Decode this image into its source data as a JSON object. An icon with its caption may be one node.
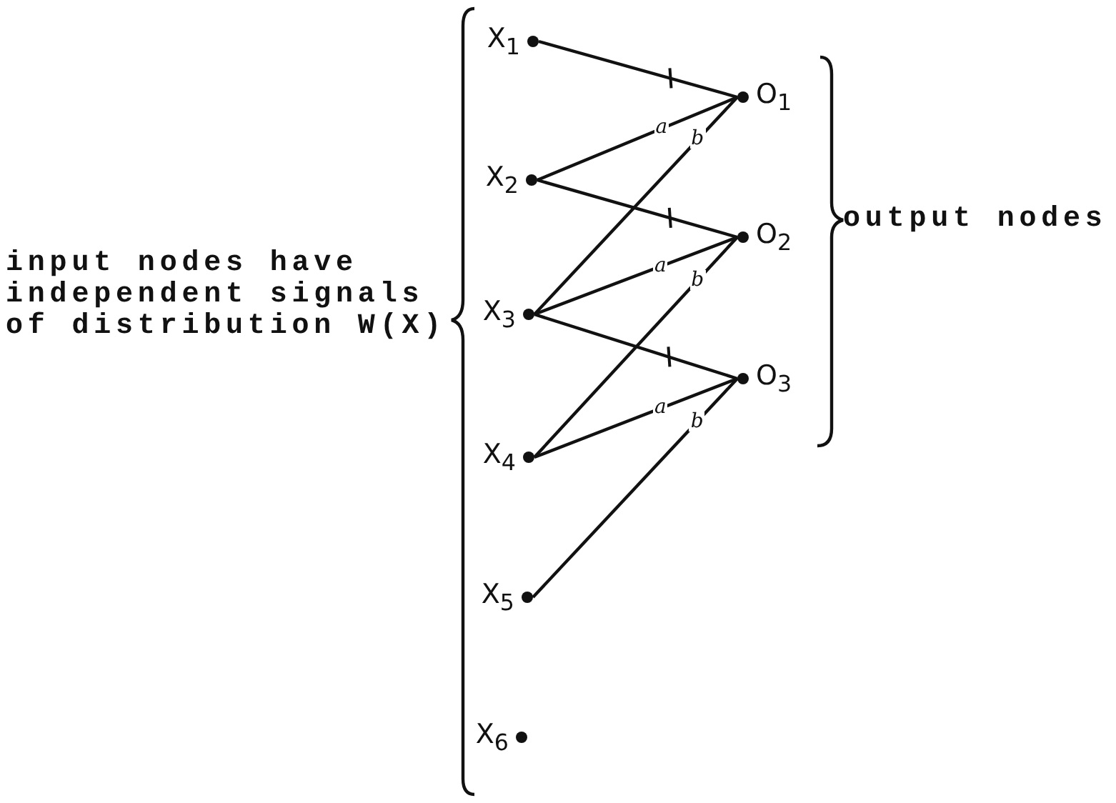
{
  "diagram": {
    "nodes": [
      {
        "text": [
          "X$_{1}$"
        ]
      },
      {
        "text": [
          "X$_{2}$"
        ]
      },
      {
        "text": [
          "X$_{3}$"
        ]
      },
      {
        "text": [
          "X$_{4}$"
        ]
      },
      {
        "text": [
          "X$_{5}$"
        ]
      },
      {
        "text": [
          "X$_{6}$"
        ]
      },
      {
        "text": [
          "O$_{1}$"
        ]
      },
      {
        "text": [
          "O$_{2}$"
        ]
      },
      {
        "text": [
          "O$_{3}$"
        ]
      }
    ],
    "edges": [
      {
        "from": 0,
        "to": 6,
        "arrow": "none"
      },
      {
        "from": 1,
        "to": 6,
        "arrow": "none",
        "label": "a"
      },
      {
        "from": 2,
        "to": 6,
        "arrow": "none",
        "label": "b"
      },
      {
        "from": 1,
        "to": 7,
        "arrow": "none"
      },
      {
        "from": 2,
        "to": 7,
        "arrow": "none",
        "label": "a"
      },
      {
        "from": 3,
        "to": 7,
        "arrow": "none",
        "label": "b"
      },
      {
        "from": 2,
        "to": 8,
        "arrow": "none"
      },
      {
        "from": 3,
        "to": 8,
        "arrow": "none",
        "label": "a"
      },
      {
        "from": 4,
        "to": 8,
        "arrow": "none",
        "label": "b"
      }
    ],
    "labels": [
      "input nodes have independent signals of distribution W(X)",
      "output nodes"
    ]
  }
}
